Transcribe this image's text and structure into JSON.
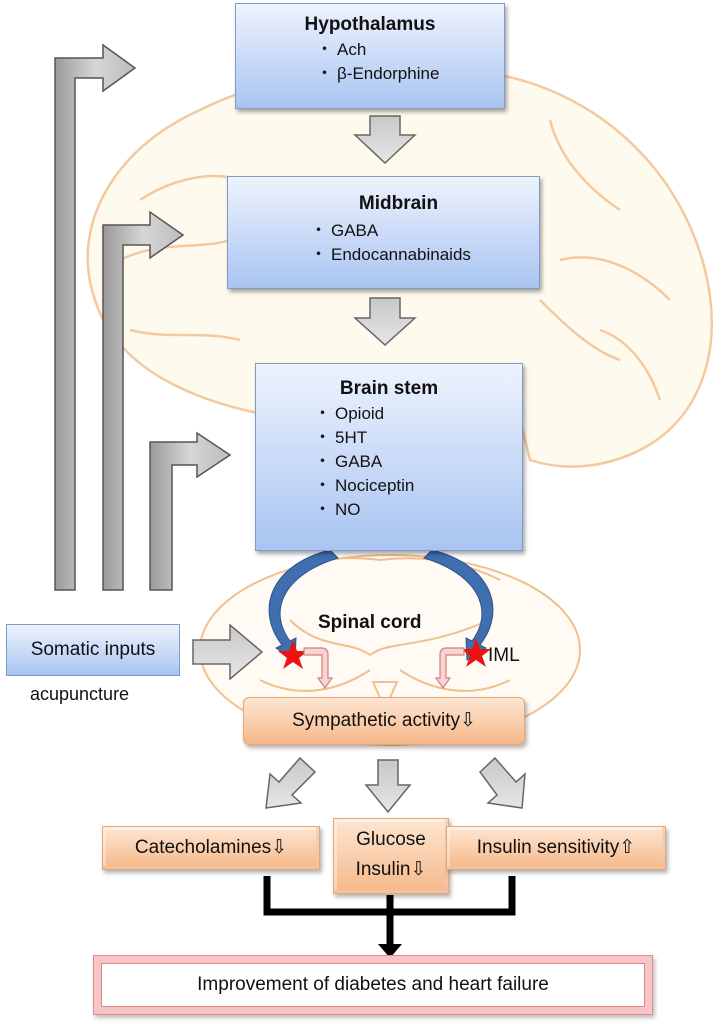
{
  "diagram": {
    "hypothalamus": {
      "title": "Hypothalamus",
      "items": [
        "Ach",
        "β-Endorphine"
      ]
    },
    "midbrain": {
      "title": "Midbrain",
      "items": [
        "GABA",
        "Endocannabinaids"
      ]
    },
    "brain_stem": {
      "title": "Brain stem",
      "items": [
        "Opioid",
        "5HT",
        "GABA",
        "Nociceptin",
        "NO"
      ]
    },
    "spinal_cord_label": "Spinal cord",
    "iml_label": "IML",
    "somatic_inputs": "Somatic inputs",
    "acupuncture": "acupuncture",
    "sympathetic": "Sympathetic activity⇩",
    "outcomes": {
      "catecholamines": "Catecholamines⇩",
      "glucose_line1": "Glucose",
      "glucose_line2": "Insulin⇩",
      "insulin_sensitivity": "Insulin sensitivity⇧"
    },
    "final": "Improvement of diabetes and heart failure",
    "colors": {
      "blue_box": "#a9c4f2",
      "orange_box": "#f6b888",
      "brain_outline": "#f3c9a0",
      "star": "#ee1111",
      "curved_arrow": "#3f6fae",
      "final_border": "#e88a8a"
    }
  }
}
